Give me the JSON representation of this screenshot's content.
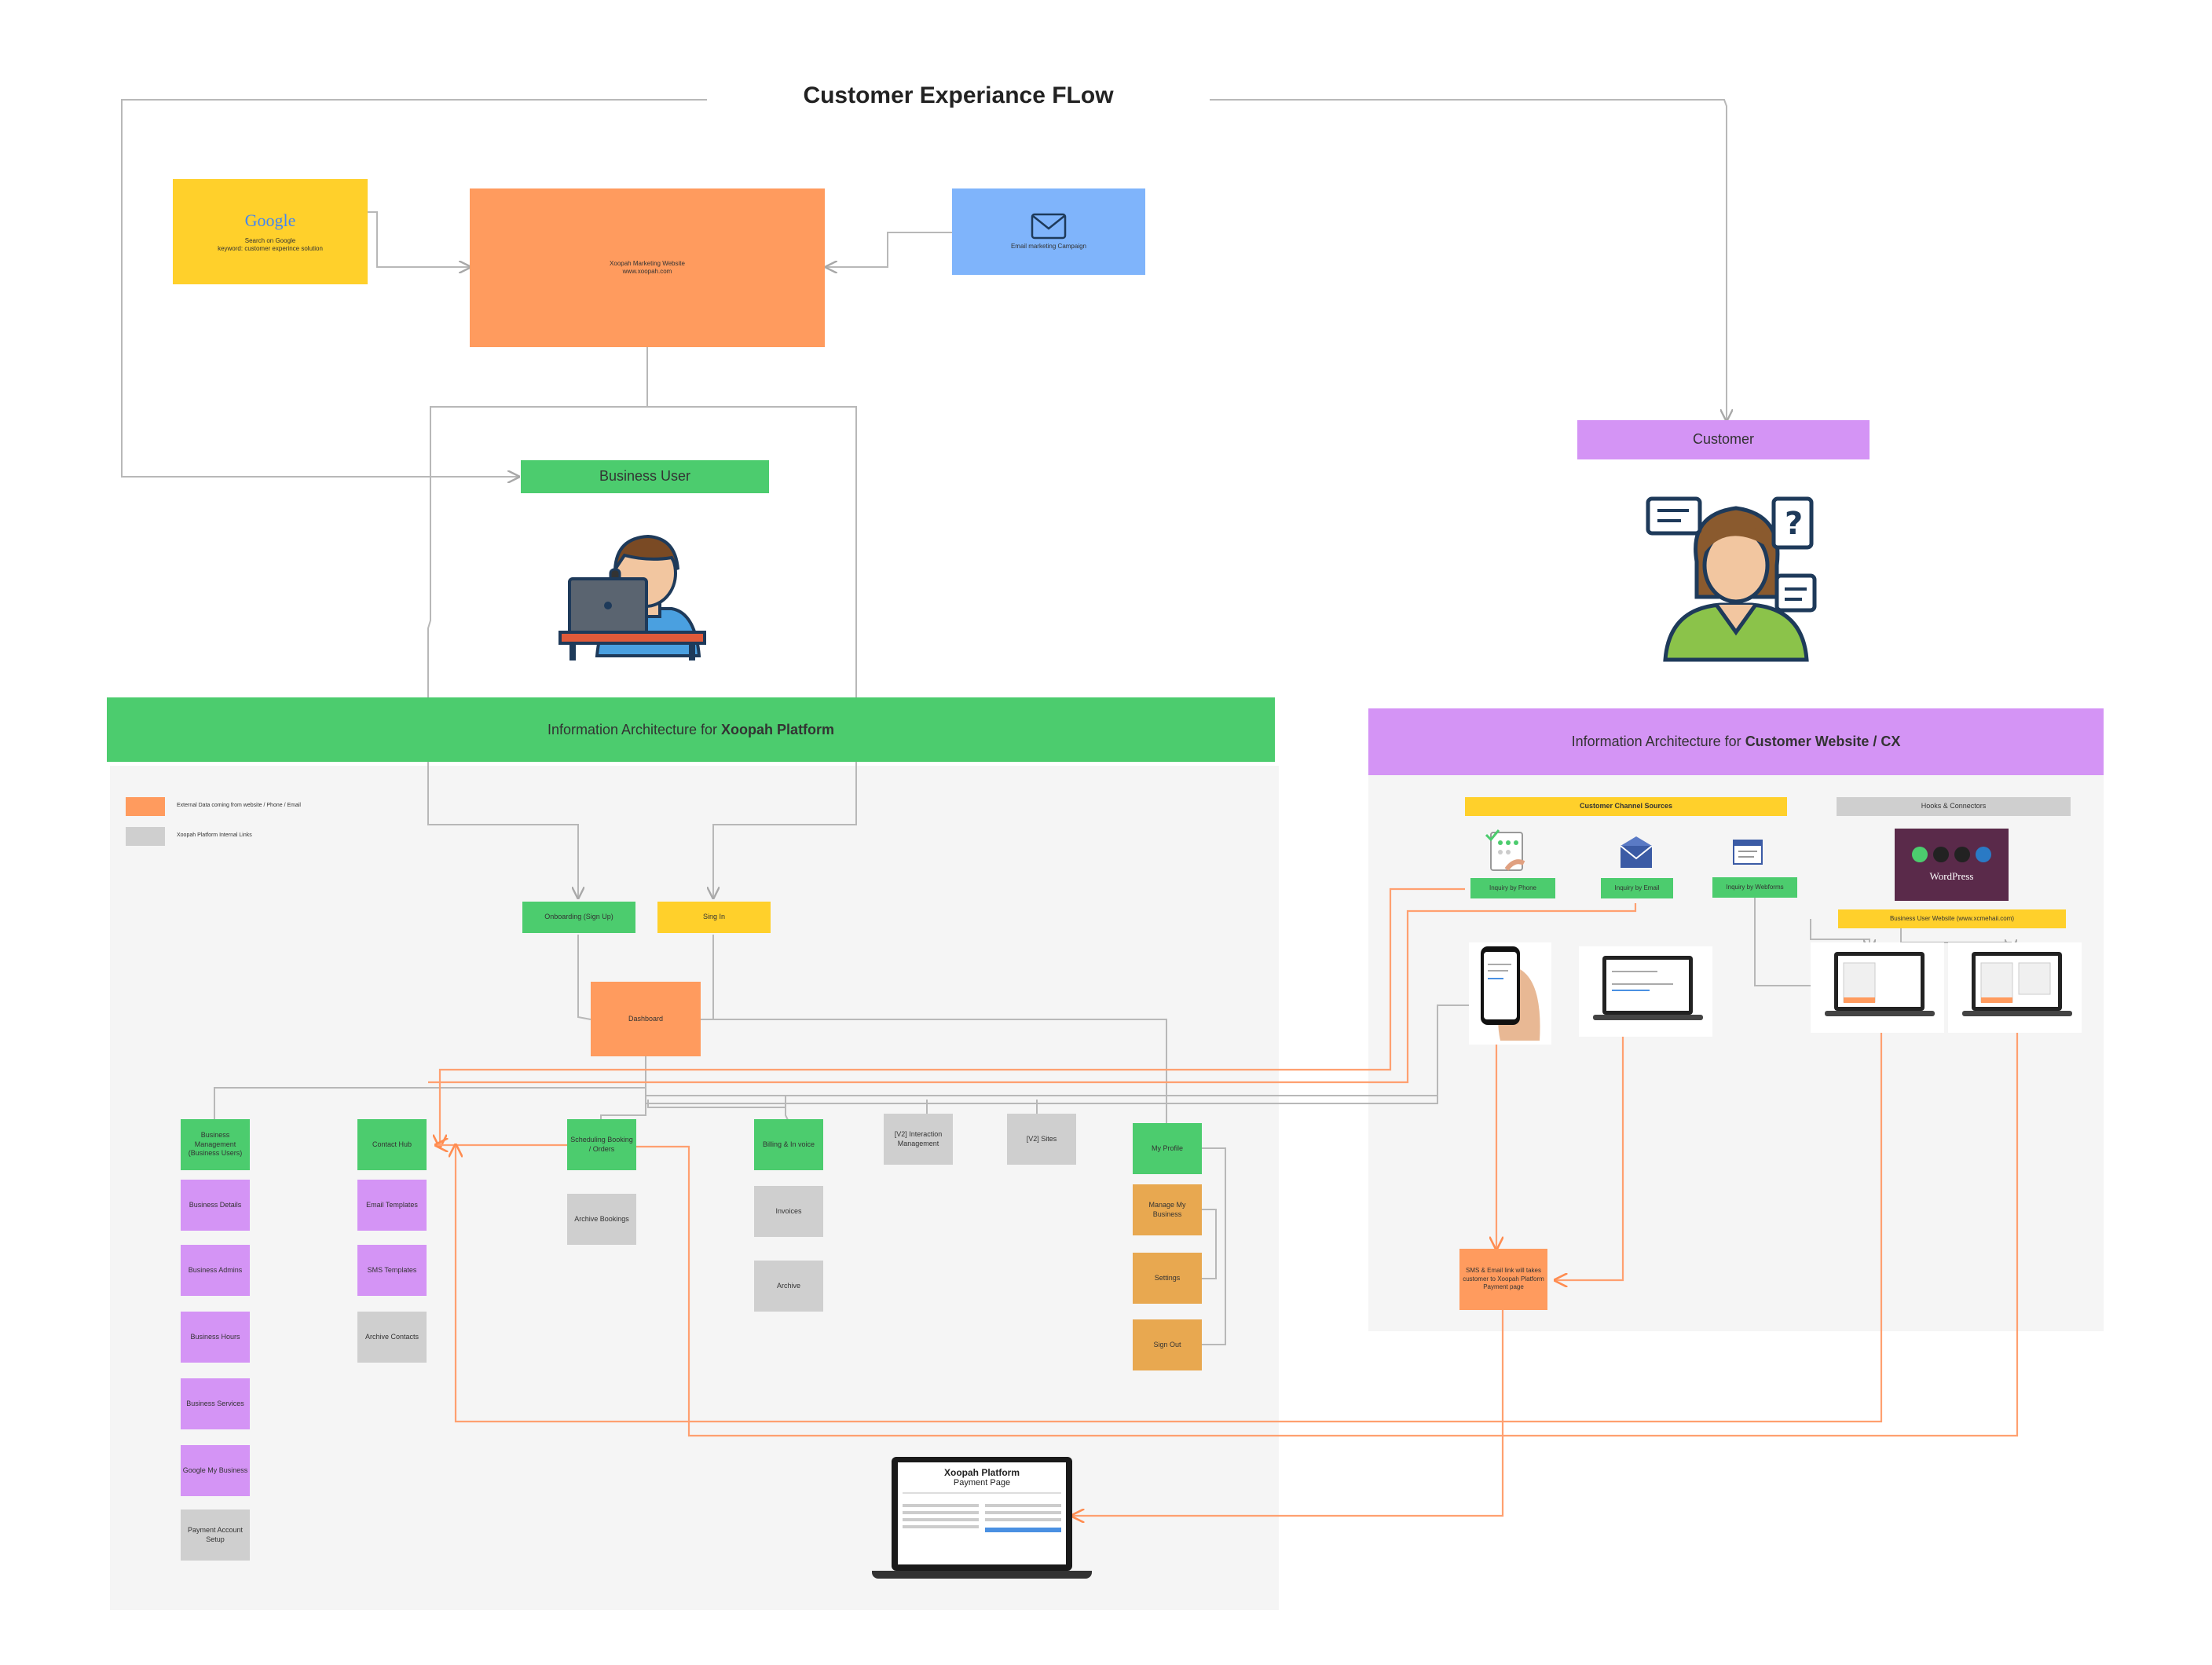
{
  "title": "Customer Experiance FLow",
  "sources": {
    "google_logo": "Google",
    "google_text": "Search on Google\nkeyword: customer experince solution",
    "website": "Xoopah Marketing Website\nwww.xoopah.com",
    "email": "Email marketing Campaign"
  },
  "business_user": "Business User",
  "customer": "Customer",
  "platform": {
    "header_prefix": "Information Architecture for ",
    "header_bold": "Xoopah Platform",
    "legend": [
      {
        "label": "External Data coming from website / Phone / Email",
        "color": "#ff9b5e"
      },
      {
        "label": "Xoopah Platform Internal Links",
        "color": "#cfcfcf"
      }
    ],
    "onboarding": "Onboarding (Sign Up)",
    "signin": "Sing In",
    "dashboard": "Dashboard",
    "columns": {
      "business_mgmt": "Business Management (Business Users)",
      "business_details": "Business Details",
      "business_admins": "Business Admins",
      "business_hours": "Business Hours",
      "business_services": "Business Services",
      "google_my_business": "Google My Business",
      "payment_setup": "Payment Account Setup",
      "contact_hub": "Contact Hub",
      "email_templates": "Email Templates",
      "sms_templates": "SMS Templates",
      "archive_contacts": "Archive Contacts",
      "scheduling": "Scheduling Booking / Orders",
      "archive_bookings": "Archive Bookings",
      "billing": "Billing & In voice",
      "invoices": "Invoices",
      "archive": "Archive",
      "interaction": "[V2] Interaction Management",
      "sites": "[V2] Sites",
      "my_profile": "My Profile",
      "manage_business": "Manage My Business",
      "settings": "Settings",
      "sign_out": "Sign Out"
    },
    "payment_page": {
      "title": "Xoopah Platform",
      "subtitle": "Payment Page"
    }
  },
  "cx": {
    "header_prefix": "Information Architecture for ",
    "header_bold": "Customer Website / CX",
    "channel_sources": "Customer Channel Sources",
    "hooks": "Hooks & Connectors",
    "inquiry_phone": "Inquiry by Phone",
    "inquiry_email": "Inquiry by Email",
    "inquiry_webforms": "Inquiry by Webforms",
    "business_website": "Business User Website (www.xcmehaii.com)",
    "wordpress": "WordPress",
    "sms_email_box": "SMS & Email link will takes customer to Xoopah Platform Payment page"
  },
  "colors": {
    "green": "#4ccc6e",
    "purple": "#d494f5",
    "orange": "#ff9b5e",
    "yellow": "#ffd02b",
    "blue": "#7fb4fb",
    "grey": "#cfcfcf",
    "tan": "#e8a850",
    "flow_orange": "#ffa070",
    "line_grey": "#b8b8b8"
  },
  "icons": [
    "google-logo",
    "envelope-icon",
    "support-agent-illustration",
    "customer-illustration",
    "phone-hand-device",
    "laptop-device",
    "wordpress-connector"
  ]
}
